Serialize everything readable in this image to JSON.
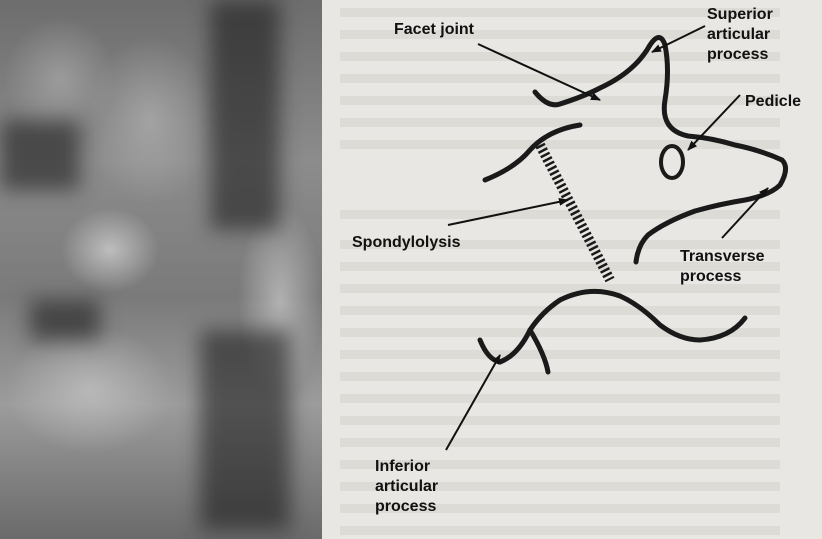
{
  "labels": {
    "facet_joint": "Facet joint",
    "superior_articular_process": "Superior\narticular\nprocess",
    "pedicle": "Pedicle",
    "spondylolysis": "Spondylolysis",
    "transverse_process": "Transverse\nprocess",
    "inferior_articular_process": "Inferior\narticular\nprocess"
  }
}
